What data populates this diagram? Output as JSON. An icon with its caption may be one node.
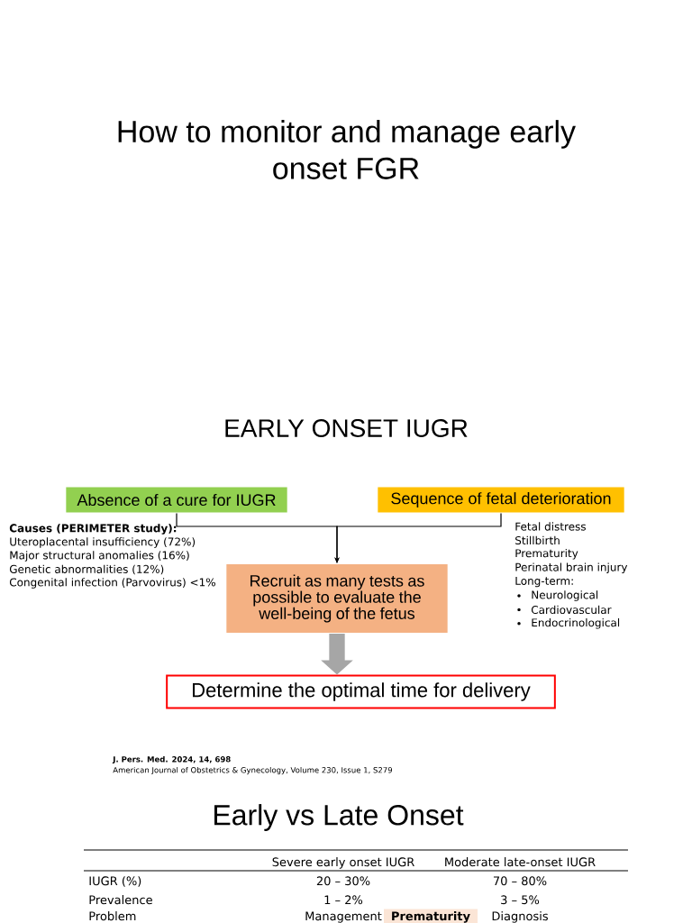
{
  "diagram": {
    "title": "EARLY ONSET IUGR",
    "nodes": [
      {
        "text": [
          "Absence of a cure for IUGR"
        ],
        "beside": [
          "Causes (PERIMETER study):",
          "Uteroplacental insufficiency (72%)",
          "Major structural anomalies (16%)",
          "Genetic abnormalities (12%)",
          "Congenital infection (Parvovirus) <1%"
        ]
      },
      {
        "text": [
          "Sequence of fetal deterioration"
        ],
        "beside": [
          "Fetal distress",
          "Stillbirth",
          "Prematurity",
          "Perinatal brain injury",
          "Long-term:",
          "Neurological",
          "Cardiovascular",
          "Endocrinological"
        ]
      },
      {
        "text": [
          "Recruit as many tests as possible to evaluate the well-being of the fetus"
        ]
      },
      {
        "text": [
          "Determine the optimal time for delivery"
        ]
      }
    ],
    "edges": [
      {
        "from": 0,
        "to": 2,
        "arrow": "to"
      },
      {
        "from": 1,
        "to": 2,
        "arrow": "to"
      },
      {
        "from": 2,
        "to": 3,
        "arrow": "to",
        "style": "thick",
        "color": "#a6a6a6"
      }
    ],
    "labels": [
      "How to monitor and manage early onset FGR",
      "J. Pers. Med. 2024, 14, 698",
      "American Journal of Obstetrics & Gynecology, Volume 230, Issue 1, S279",
      "Early vs Late Onset",
      "Severe early onset IUGR",
      "Moderate late-onset IUGR",
      "IUGR (%)",
      "20 – 30%",
      "70 – 80%",
      "Prevalence",
      "1 – 2%",
      "3 – 5%",
      "Problem",
      "Management",
      "Prematurity",
      "Diagnosis"
    ]
  }
}
